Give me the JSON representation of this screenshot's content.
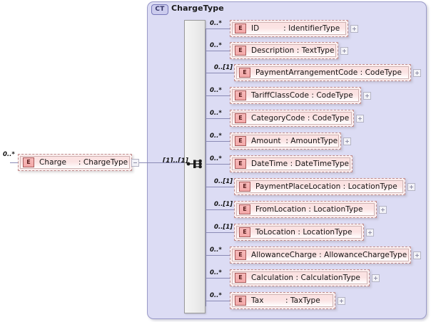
{
  "diagram": {
    "type": "xsd-schema-diagram",
    "root": {
      "name": "Charge",
      "type": "ChargeType",
      "label": "Charge     : ChargeType",
      "cardinality": "0..*",
      "badge": "E",
      "expander": "minus"
    },
    "complex_type": {
      "badge": "CT",
      "title": "ChargeType",
      "compositor": "sequence",
      "compositor_icon": "sequence-icon",
      "compositor_cardinality": "[1]..[1]"
    },
    "elements": [
      {
        "name": "ID",
        "type": "IdentifierType",
        "label": "ID          : IdentifierType",
        "cardinality": "0..*",
        "badge": "E",
        "expander": "plus"
      },
      {
        "name": "Description",
        "type": "TextType",
        "label": "Description : TextType",
        "cardinality": "0..*",
        "badge": "E",
        "expander": "plus"
      },
      {
        "name": "PaymentArrangementCode",
        "type": "CodeType",
        "label": "PaymentArrangementCode : CodeType",
        "cardinality": "0..[1]",
        "badge": "E",
        "expander": "plus"
      },
      {
        "name": "TariffClassCode",
        "type": "CodeType",
        "label": "TariffClassCode : CodeType",
        "cardinality": "0..*",
        "badge": "E",
        "expander": "plus"
      },
      {
        "name": "CategoryCode",
        "type": "CodeType",
        "label": "CategoryCode : CodeType",
        "cardinality": "0..*",
        "badge": "E",
        "expander": "plus"
      },
      {
        "name": "Amount",
        "type": "AmountType",
        "label": "Amount  : AmountType",
        "cardinality": "0..*",
        "badge": "E",
        "expander": "plus"
      },
      {
        "name": "DateTime",
        "type": "DateTimeType",
        "label": "DateTime : DateTimeType",
        "cardinality": "0..*",
        "badge": "E",
        "expander": "none"
      },
      {
        "name": "PaymentPlaceLocation",
        "type": "LocationType",
        "label": "PaymentPlaceLocation : LocationType",
        "cardinality": "0..[1]",
        "badge": "E",
        "expander": "plus"
      },
      {
        "name": "FromLocation",
        "type": "LocationType",
        "label": "FromLocation : LocationType",
        "cardinality": "0..[1]",
        "badge": "E",
        "expander": "plus"
      },
      {
        "name": "ToLocation",
        "type": "LocationType",
        "label": "ToLocation : LocationType",
        "cardinality": "0..[1]",
        "badge": "E",
        "expander": "plus"
      },
      {
        "name": "AllowanceCharge",
        "type": "AllowanceChargeType",
        "label": "AllowanceCharge : AllowanceChargeType",
        "cardinality": "0..*",
        "badge": "E",
        "expander": "plus"
      },
      {
        "name": "Calculation",
        "type": "CalculationType",
        "label": "Calculation : CalculationType",
        "cardinality": "0..*",
        "badge": "E",
        "expander": "plus"
      },
      {
        "name": "Tax",
        "type": "TaxType",
        "label": "Tax         : TaxType",
        "cardinality": "0..*",
        "badge": "E",
        "expander": "plus"
      }
    ],
    "colors": {
      "container_fill": "#dcdcf4",
      "container_border": "#9a9ac8",
      "node_fill": "#fbe2e2",
      "node_border": "#c08c8c",
      "badge_fill": "#f3a9a9",
      "connector": "#8a8ab5"
    }
  }
}
